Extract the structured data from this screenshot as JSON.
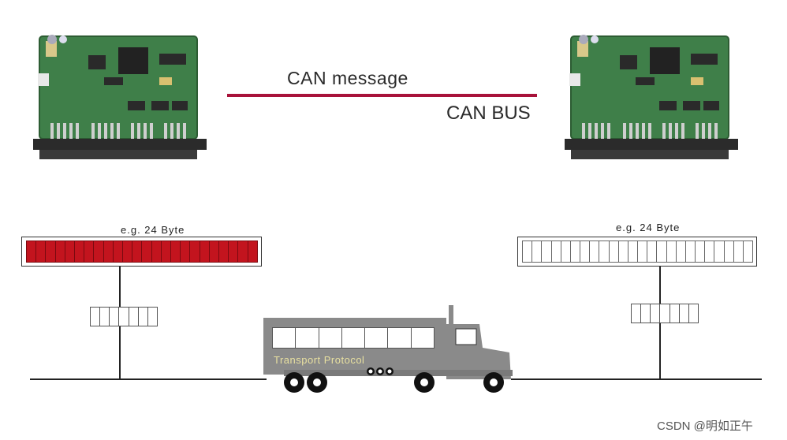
{
  "can_message_label": "CAN message",
  "can_bus_label": "CAN BUS",
  "left_buffer": {
    "label": "e.g. 24 Byte",
    "bytes": 24,
    "filled": true
  },
  "right_buffer": {
    "label": "e.g. 24 Byte",
    "bytes": 24,
    "filled": false
  },
  "truck": {
    "label": "Transport Protocol",
    "cargo_cells": 7
  },
  "frame_cells": 7,
  "colors": {
    "bus_line": "#a8123a",
    "filled_byte": "#c3141e",
    "truck_body": "#8a8a8a"
  },
  "watermark": "CSDN @明如正午"
}
